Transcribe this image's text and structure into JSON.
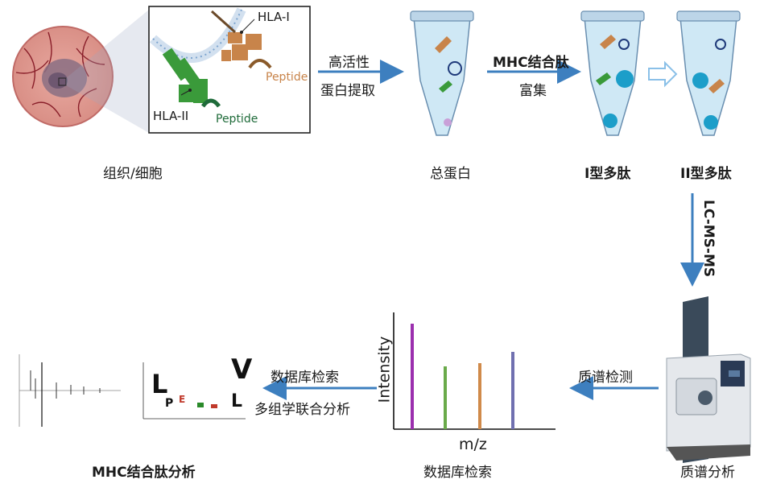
{
  "stages": {
    "tissue": "组织/细胞",
    "total_protein": "总蛋白",
    "class1_peptides": "I型多肽",
    "class2_peptides": "II型多肽",
    "ms_analysis": "质谱分析",
    "database_search": "数据库检索",
    "mhc_peptide_analysis": "MHC结合肽分析"
  },
  "steps": {
    "extract_line1": "高活性",
    "extract_line2": "蛋白提取",
    "enrich_line1": "MHC结合肽",
    "enrich_line2": "富集",
    "lcmsms": "LC-MS-MS",
    "ms_detection": "质谱检测",
    "db_search_line1": "数据库检索",
    "db_search_line2": "多组学联合分析"
  },
  "inset": {
    "hla1": "HLA-I",
    "hla2": "HLA-II",
    "peptide1": "Peptide",
    "peptide2": "Peptide"
  },
  "spectrum": {
    "ylabel": "Intensity",
    "xlabel": "m/z"
  },
  "colors": {
    "arrow": "#3d7fbf",
    "hla1": "#c8844a",
    "hla2": "#3a9a3a",
    "peptide2_text": "#1f6b3a",
    "peak1": "#9b2fae",
    "peak2": "#6aaa4a",
    "peak3": "#d08a4a",
    "peak4": "#7070b0"
  }
}
